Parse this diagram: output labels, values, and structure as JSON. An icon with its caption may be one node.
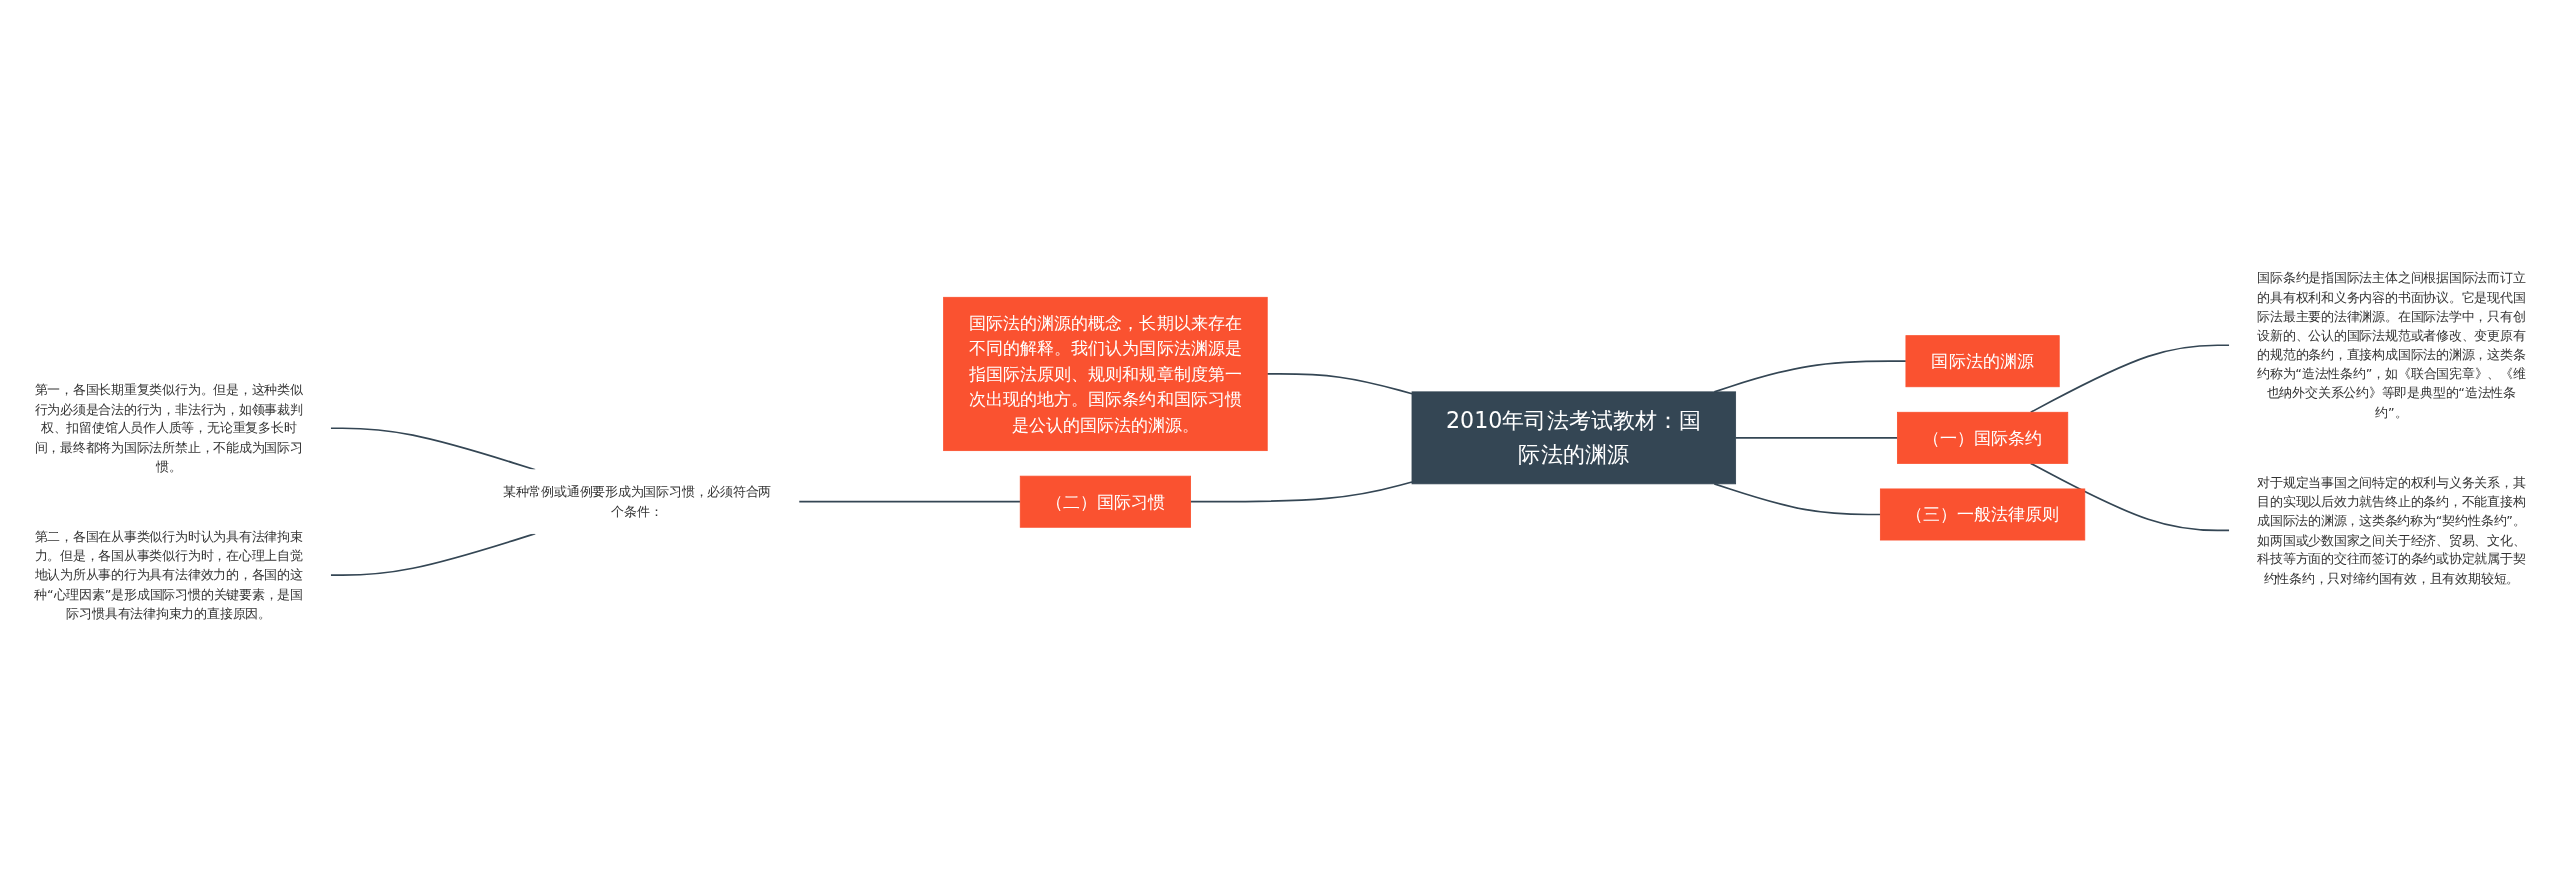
{
  "diagram": {
    "nodes": [
      {
        "text": [
          "2010年司法考试教材：国际法的渊源"
        ]
      },
      {
        "text": [
          "国际法的渊源"
        ]
      },
      {
        "text": [
          "（一）国际条约"
        ]
      },
      {
        "text": [
          "国际条约是指国际法主体之间根据国际法而订立的具有权利和义务内容的书面协议。它是现代国际法最主要的法律渊源。在国际法学中，只有创设新的、公认的国际法规范或者修改、变更原有的规范的条约，直接构成国际法的渊源，这类条约称为“造法性条约”，如《联合国宪章》、《维也纳外交关系公约》等即是典型的“造法性条约”。"
        ]
      },
      {
        "text": [
          "对于规定当事国之间特定的权利与义务关系，其目的实现以后效力就告终止的条约，不能直接构成国际法的渊源，这类条约称为“契约性条约”。如两国或少数国家之间关于经济、贸易、文化、科技等方面的交往而签订的条约或协定就属于契约性条约，只对缔约国有效，且有效期较短。"
        ]
      },
      {
        "text": [
          "（三）一般法律原则"
        ]
      },
      {
        "text": [
          "国际法的渊源的概念，长期以来存在不同的解释。我们认为国际法渊源是指国际法原则、规则和规章制度第一次出现的地方。国际条约和国际习惯是公认的国际法的渊源。"
        ]
      },
      {
        "text": [
          "（二）国际习惯"
        ]
      },
      {
        "text": [
          "某种常例或通例要形成为国际习惯，必须符合两个条件："
        ]
      },
      {
        "text": [
          "第一，各国长期重复类似行为。但是，这种类似行为必须是合法的行为，非法行为，如领事裁判权、扣留使馆人员作人质等，无论重复多长时间，最终都将为国际法所禁止，不能成为国际习惯。"
        ]
      },
      {
        "text": [
          "第二，各国在从事类似行为时认为具有法律拘束力。但是，各国从事类似行为时，在心理上自觉地认为所从事的行为具有法律效力的，各国的这种“心理因素”是形成国际习惯的关键要素，是国际习惯具有法律拘束力的直接原因。"
        ]
      }
    ],
    "edges": [
      {
        "from": 0,
        "to": 1,
        "arrow": "none"
      },
      {
        "from": 0,
        "to": 2,
        "arrow": "none"
      },
      {
        "from": 2,
        "to": 3,
        "arrow": "none"
      },
      {
        "from": 2,
        "to": 4,
        "arrow": "none"
      },
      {
        "from": 0,
        "to": 5,
        "arrow": "none"
      },
      {
        "from": 6,
        "to": 0,
        "arrow": "none"
      },
      {
        "from": 7,
        "to": 0,
        "arrow": "none"
      },
      {
        "from": 8,
        "to": 7,
        "arrow": "none"
      },
      {
        "from": 9,
        "to": 8,
        "arrow": "none"
      },
      {
        "from": 10,
        "to": 8,
        "arrow": "none"
      }
    ]
  }
}
